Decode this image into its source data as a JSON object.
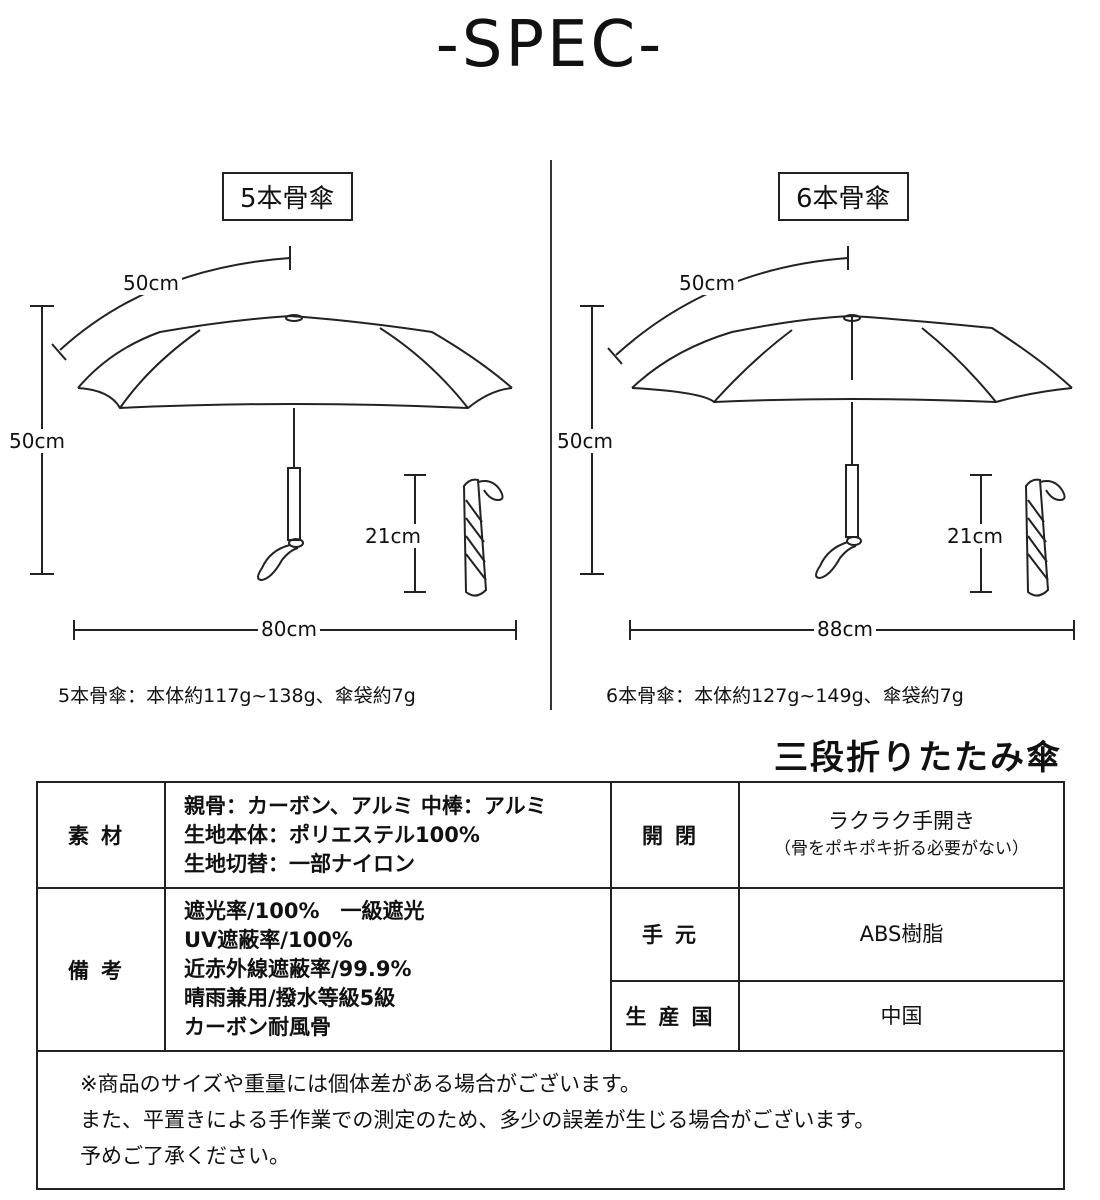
{
  "title": "-SPEC-",
  "left": {
    "label": "5本骨傘",
    "rib_length": "50cm",
    "height": "50cm",
    "folded_length": "21cm",
    "width": "80cm",
    "weight": "5本骨傘：本体約117g~138g、傘袋約7g"
  },
  "right": {
    "label": "6本骨傘",
    "rib_length": "50cm",
    "height": "50cm",
    "folded_length": "21cm",
    "width": "88cm",
    "weight": "6本骨傘：本体約127g~149g、傘袋約7g"
  },
  "subtitle": "三段折りたたみ傘",
  "table": {
    "material_head": "素材",
    "material_lines": [
      "親骨：カーボン、アルミ 中棒：アルミ",
      "生地本体：ポリエステル100%",
      "生地切替：一部ナイロン"
    ],
    "open_head": "開閉",
    "open_main": "ラクラク手開き",
    "open_sub": "（骨をポキポキ折る必要がない）",
    "remarks_head": "備考",
    "remarks_lines": [
      "遮光率/100%　一級遮光",
      "UV遮蔽率/100%",
      "近赤外線遮蔽率/99.9%",
      "晴雨兼用/撥水等級5級",
      "カーボン耐風骨"
    ],
    "handle_head": "手元",
    "handle_value": "ABS樹脂",
    "origin_head": "生産国",
    "origin_value": "中国",
    "notes": [
      "※商品のサイズや重量には個体差がある場合がございます。",
      "また、平置きによる手作業での測定のため、多少の誤差が生じる場合がございます。",
      "予めご了承ください。"
    ]
  }
}
